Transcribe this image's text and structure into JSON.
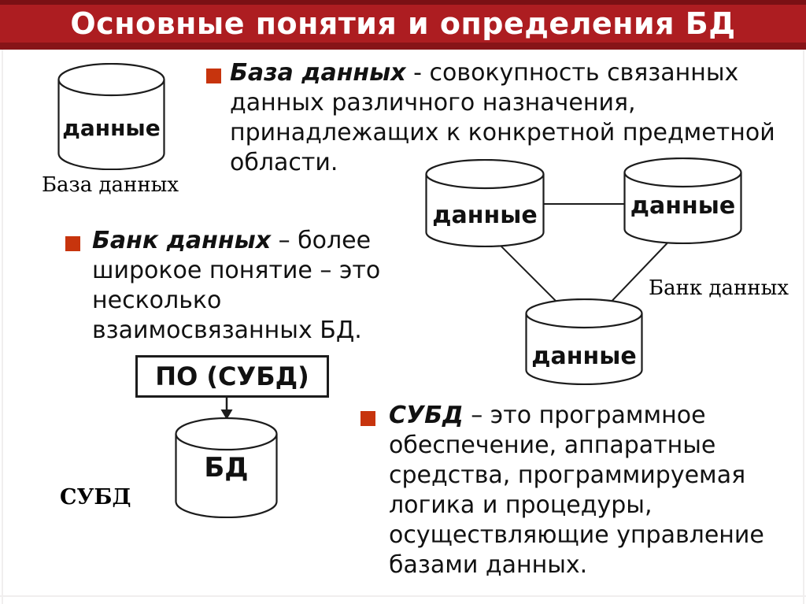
{
  "slide_title": "Основные понятия и определения БД",
  "colors": {
    "title_bar_bg": "#AD1D21",
    "title_bar_edge_dark": "#7A1014",
    "bullet_marker": "#C7340D",
    "diagram_stroke": "#1c1c1c",
    "text": "#111111"
  },
  "definitions": [
    {
      "term": "База данных",
      "line1_rest": " - совокупность связанных",
      "lines": [
        "данных различного назначения,",
        "принадлежащих к конкретной предметной",
        "области."
      ]
    },
    {
      "term": "Банк данных",
      "line1_rest": " – более",
      "lines": [
        "широкое понятие – это",
        "несколько",
        "взаимосвязанных БД."
      ]
    },
    {
      "term": "СУБД",
      "line1_rest": " – это программное",
      "lines": [
        "обеспечение, аппаратные",
        "средства, программируемая",
        "логика и процедуры,",
        "осуществляющие управление",
        "базами данных."
      ]
    }
  ],
  "database_diagram": {
    "cylinder_label": "данные",
    "caption": "База данных"
  },
  "databank_diagram": {
    "cylinders": [
      "данные",
      "данные",
      "данные"
    ],
    "caption": "Банк данных"
  },
  "dbms_diagram": {
    "software_box_label": "ПО (СУБД)",
    "cylinder_label": "БД",
    "caption": "СУБД"
  }
}
